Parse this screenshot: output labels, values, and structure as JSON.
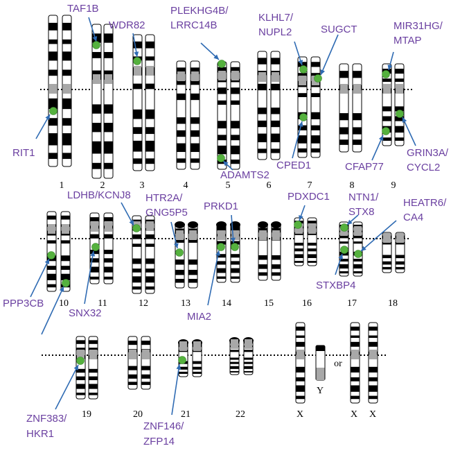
{
  "chromosome_labels": {
    "c1": "1",
    "c2": "2",
    "c3": "3",
    "c4": "4",
    "c5": "5",
    "c6": "6",
    "c7": "7",
    "c8": "8",
    "c9": "9",
    "c10": "10",
    "c11": "11",
    "c12": "12",
    "c13": "13",
    "c14": "14",
    "c15": "15",
    "c16": "16",
    "c17": "17",
    "c18": "18",
    "c19": "19",
    "c20": "20",
    "c21": "21",
    "c22": "22",
    "x1": "X",
    "y": "Y",
    "or": "or",
    "x2": "X",
    "x3": "X"
  },
  "genes": {
    "taf1b": [
      "TAF1B"
    ],
    "wdr82": [
      "WDR82"
    ],
    "plekhg4b": [
      "PLEKHG4B/",
      "LRRC14B"
    ],
    "klhl7": [
      "KLHL7/",
      "NUPL2"
    ],
    "sugct": [
      "SUGCT"
    ],
    "mir31hg": [
      "MIR31HG/",
      "MTAP"
    ],
    "rit1": [
      "RIT1"
    ],
    "adamts2": [
      "ADAMTS2"
    ],
    "cped1": [
      "CPED1"
    ],
    "cfap77": [
      "CFAP77"
    ],
    "grin3a": [
      "GRIN3A/",
      "CYCL2"
    ],
    "ldhb": [
      "LDHB/KCNJ8"
    ],
    "htr2a": [
      "HTR2A/",
      "GNG5P5"
    ],
    "prkd1": [
      "PRKD1"
    ],
    "pdxdc1": [
      "PDXDC1"
    ],
    "ntn1": [
      "NTN1/",
      "STX8"
    ],
    "heatr6": [
      "HEATR6/",
      "CA4"
    ],
    "ppp3cb": [
      "PPP3CB"
    ],
    "snx32": [
      "SNX32"
    ],
    "mia2": [
      "MIA2"
    ],
    "stxbp4": [
      "STXBP4"
    ],
    "znf383": [
      "ZNF383/",
      "HKR1"
    ],
    "znf146": [
      "ZNF146/",
      "ZFP14"
    ]
  },
  "colors": {
    "gene_label": "#6a3fa0",
    "marker": "#55b13e",
    "arrow": "#2f6bb3",
    "centromere": "#a8a8a8"
  }
}
